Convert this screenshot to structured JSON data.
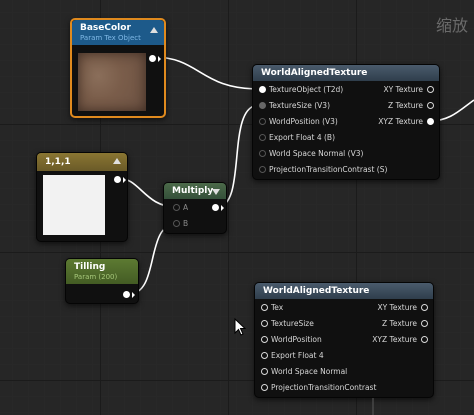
{
  "nodes": {
    "basecolor": {
      "title": "BaseColor",
      "subtitle": "Param Tex Object"
    },
    "const": {
      "title": "1,1,1"
    },
    "multiply": {
      "title": "Multiply",
      "inputs": [
        "A",
        "B"
      ]
    },
    "tilling": {
      "title": "Tilling",
      "subtitle": "Param (200)"
    },
    "wat1": {
      "title": "WorldAlignedTexture",
      "inputs": [
        "TextureObject (T2d)",
        "TextureSize (V3)",
        "WorldPosition (V3)",
        "Export Float 4 (B)",
        "World Space Normal (V3)",
        "ProjectionTransitionContrast (S)"
      ],
      "outputs": [
        "XY Texture",
        "Z Texture",
        "XYZ Texture"
      ]
    },
    "wat2": {
      "title": "WorldAlignedTexture",
      "inputs": [
        "Tex",
        "TextureSize",
        "WorldPosition",
        "Export Float 4",
        "World Space Normal",
        "ProjectionTransitionContrast"
      ],
      "outputs": [
        "XY Texture",
        "Z Texture",
        "XYZ Texture"
      ]
    }
  },
  "overlay": {
    "zoom_text": "缩放"
  },
  "colors": {
    "param_header": "#1d5a8a",
    "const_header": "#7e6a2e",
    "multiply_header": "#3d5a3c",
    "tilling_header": "#4e6a2a",
    "function_header": "#3a4b5c",
    "selection": "#e08a1e"
  }
}
